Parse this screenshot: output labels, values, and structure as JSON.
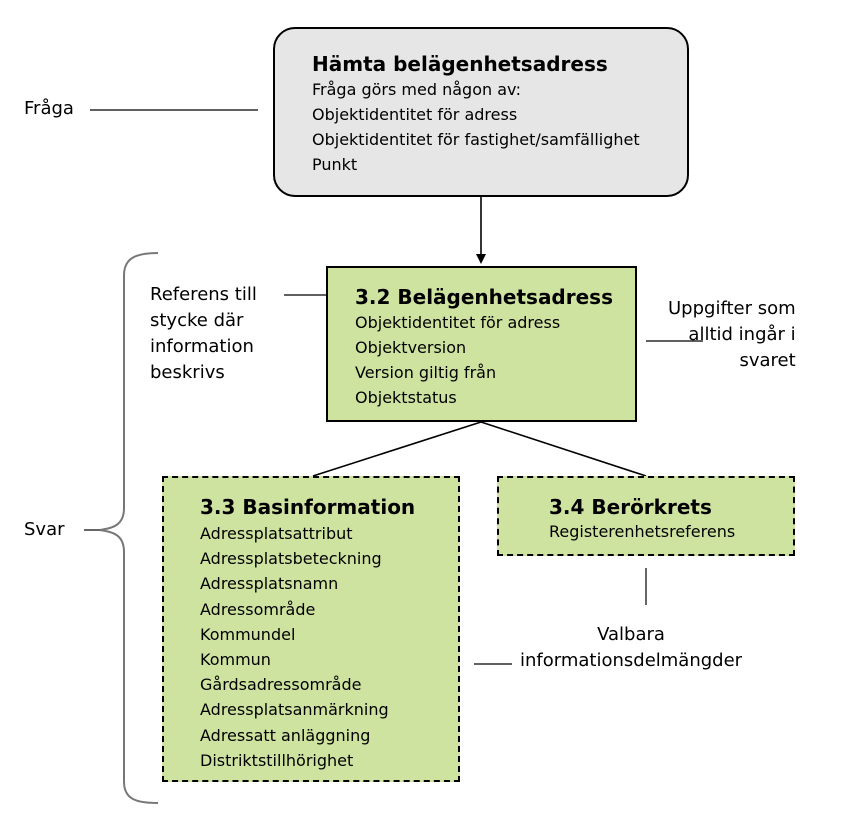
{
  "labels": {
    "query": "Fråga",
    "answer": "Svar",
    "reference": [
      "Referens till",
      "stycke där",
      "information",
      "beskrivs"
    ],
    "always_included": [
      "Uppgifter som",
      "alltid ingår i",
      "svaret"
    ],
    "optional": [
      "Valbara",
      "informationsdelmängder"
    ]
  },
  "query_box": {
    "title": "Hämta belägenhetsadress",
    "lines": [
      "Fråga görs med någon av:",
      "Objektidentitet för adress",
      "Objektidentitet för fastighet/samfällighet",
      "Punkt"
    ]
  },
  "main_box": {
    "title": "3.2 Belägenhetsadress",
    "lines": [
      "Objektidentitet för adress",
      "Objektversion",
      "Version giltig från",
      "Objektstatus"
    ]
  },
  "basic_box": {
    "title": "3.3 Basinformation",
    "lines": [
      "Adressplatsattribut",
      "Adressplatsbeteckning",
      "Adressplatsnamn",
      "Adressområde",
      "Kommundel",
      "Kommun",
      "Gårdsadressområde",
      "Adressplatsanmärkning",
      "Adressatt anläggning",
      "Distriktstillhörighet"
    ]
  },
  "affected_box": {
    "title": "3.4 Berörkrets",
    "lines": [
      "Registerenhetsreferens"
    ]
  }
}
